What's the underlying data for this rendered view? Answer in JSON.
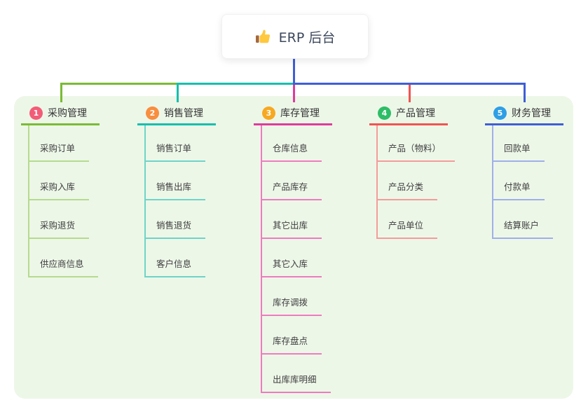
{
  "root": {
    "label": "ERP 后台",
    "icon": "thumbs-up-icon"
  },
  "colors": {
    "panel_background": "#EDF7E8",
    "canvas_background": "#FFFFFF",
    "root_connector": "#3F5ED7",
    "root_text": "#3C485C",
    "node_text": "#3E3E3E"
  },
  "branches": [
    {
      "index": "1",
      "title": "采购管理",
      "badge_color": "#F25C77",
      "line_color": "#7ABB35",
      "child_line_color": "#B5DB8E",
      "children": [
        "采购订单",
        "采购入库",
        "采购退货",
        "供应商信息"
      ]
    },
    {
      "index": "2",
      "title": "销售管理",
      "badge_color": "#F88E3E",
      "line_color": "#17BFAD",
      "child_line_color": "#6FD4C8",
      "children": [
        "销售订单",
        "销售出库",
        "销售退货",
        "客户信息"
      ]
    },
    {
      "index": "3",
      "title": "库存管理",
      "badge_color": "#F7A821",
      "line_color": "#DF3A9D",
      "child_line_color": "#EE7BBF",
      "children": [
        "仓库信息",
        "产品库存",
        "其它出库",
        "其它入库",
        "库存调拨",
        "库存盘点",
        "出库库明细"
      ]
    },
    {
      "index": "4",
      "title": "产品管理",
      "badge_color": "#2EBD67",
      "line_color": "#F15352",
      "child_line_color": "#F49C9A",
      "children": [
        "产品（物料）",
        "产品分类",
        "产品单位"
      ]
    },
    {
      "index": "5",
      "title": "财务管理",
      "badge_color": "#2E9FE6",
      "line_color": "#3F5ED7",
      "child_line_color": "#9FAFE9",
      "children": [
        "回款单",
        "付款单",
        "结算账户"
      ]
    }
  ]
}
